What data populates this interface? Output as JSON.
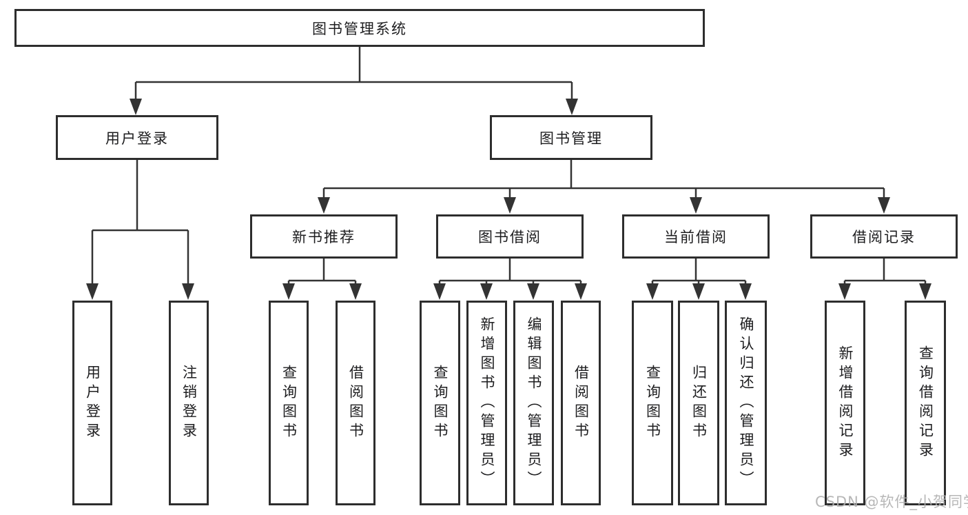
{
  "tree": {
    "label": "图书管理系统",
    "children": [
      {
        "label": "用户登录",
        "children": [
          {
            "label": "用户登录"
          },
          {
            "label": "注销登录"
          }
        ]
      },
      {
        "label": "图书管理",
        "children": [
          {
            "label": "新书推荐",
            "children": [
              {
                "label": "查询图书"
              },
              {
                "label": "借阅图书"
              }
            ]
          },
          {
            "label": "图书借阅",
            "children": [
              {
                "label": "查询图书"
              },
              {
                "label": "新增图书（管理员）"
              },
              {
                "label": "编辑图书（管理员）"
              },
              {
                "label": "借阅图书"
              }
            ]
          },
          {
            "label": "当前借阅",
            "children": [
              {
                "label": "查询图书"
              },
              {
                "label": "归还图书"
              },
              {
                "label": "确认归还（管理员）"
              }
            ]
          },
          {
            "label": "借阅记录",
            "children": [
              {
                "label": "新增借阅记录"
              },
              {
                "label": "查询借阅记录"
              }
            ]
          }
        ]
      }
    ]
  },
  "watermark": {
    "text": "CSDN @软件_小贺同学"
  },
  "colors": {
    "line": "#333333",
    "box_border": "#2d2d2d",
    "text": "#1d1d1f",
    "watermark": "#b0b0b0",
    "background": "#ffffff"
  }
}
